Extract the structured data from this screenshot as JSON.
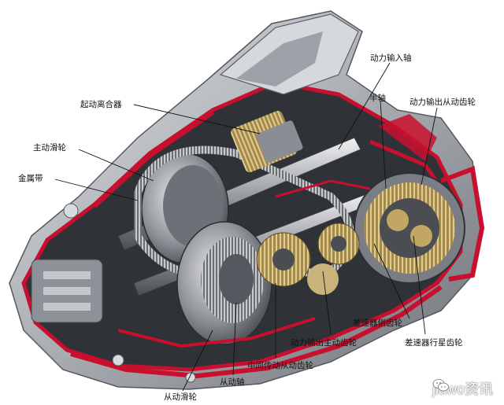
{
  "labels": {
    "power_input_shaft": "动力输入轴",
    "start_clutch": "起动离合器",
    "half_shaft": "半轴",
    "power_output_driven_gear": "动力输出从动齿轮",
    "drive_pulley": "主动滑轮",
    "metal_belt": "金属带",
    "differential_side_gear": "差速器侧齿轮",
    "power_output_drive_gear": "动力输出主动齿轮",
    "differential_planet_gear": "差速器行星齿轮",
    "intermediate_driven_gear": "中间传动从动齿轮",
    "driven_shaft": "从动轴",
    "driven_pulley": "从动滑轮"
  },
  "watermark": {
    "text": "jiawo资讯"
  },
  "colors": {
    "casing_gray": "#b9bcc0",
    "cutaway_red": "#c8102e",
    "metal_dark": "#3a3d42",
    "brass": "#b89a5a"
  }
}
